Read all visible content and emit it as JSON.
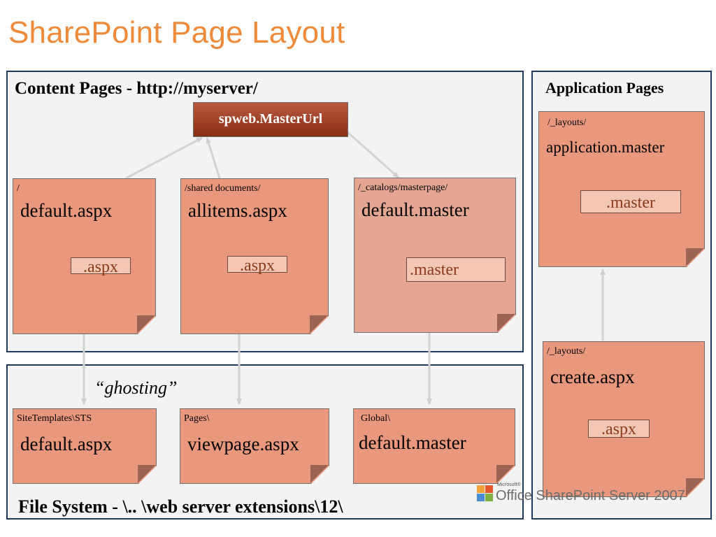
{
  "title": "SharePoint Page Layout",
  "content_panel": {
    "label": "Content Pages - http://myserver/"
  },
  "app_panel": {
    "label": "Application Pages"
  },
  "file_system": {
    "label": "File System - \\.. \\web server extensions\\12\\"
  },
  "master_url": "spweb.MasterUrl",
  "ghosting": "“ghosting”",
  "content_pages": [
    {
      "path": "/",
      "file": "default.aspx",
      "ext": ".aspx"
    },
    {
      "path": "/shared documents/",
      "file": "allitems.aspx",
      "ext": ".aspx"
    },
    {
      "path": "/_catalogs/masterpage/",
      "file": "default.master",
      "ext": ".master"
    }
  ],
  "fs_pages": [
    {
      "path": "SiteTemplates\\STS",
      "file": "default.aspx"
    },
    {
      "path": "Pages\\",
      "file": "viewpage.aspx"
    },
    {
      "path": "Global\\",
      "file": "default.master"
    }
  ],
  "app_pages": [
    {
      "path": "/_layouts/",
      "file": "application.master",
      "ext": ".master"
    },
    {
      "path": "/_layouts/",
      "file": "create.aspx",
      "ext": ".aspx"
    }
  ],
  "logo": {
    "prefix": "Microsoft®",
    "text": "Office SharePoint Server 2007"
  }
}
